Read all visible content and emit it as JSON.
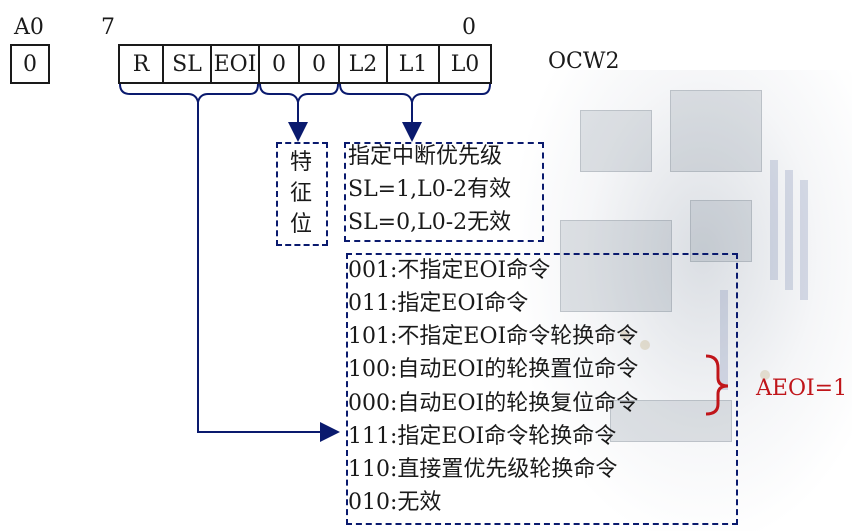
{
  "a0": {
    "label": "A0",
    "value": "0"
  },
  "bit_high_label": "7",
  "bit_low_label": "0",
  "register_name": "OCW2",
  "cells": [
    "R",
    "SL",
    "EOI",
    "0",
    "0",
    "L2",
    "L1",
    "L0"
  ],
  "feature_bits_label": [
    "特",
    "征",
    "位"
  ],
  "priority_box": {
    "lines": [
      "指定中断优先级",
      "SL=1,L0-2有效",
      "SL=0,L0-2无效"
    ]
  },
  "commands": [
    "001:不指定EOI命令",
    "011:指定EOI命令",
    "101:不指定EOI命令轮换命令",
    "100:自动EOI的轮换置位命令",
    "000:自动EOI的轮换复位命令",
    "111:指定EOI命令轮换命令",
    "110:直接置优先级轮换命令",
    "010:无效"
  ],
  "aeoi_label": "AEOI=1",
  "colors": {
    "arrow": "#0a1a6e",
    "aeoi": "#c0151a",
    "border": "#1a1a1a"
  }
}
